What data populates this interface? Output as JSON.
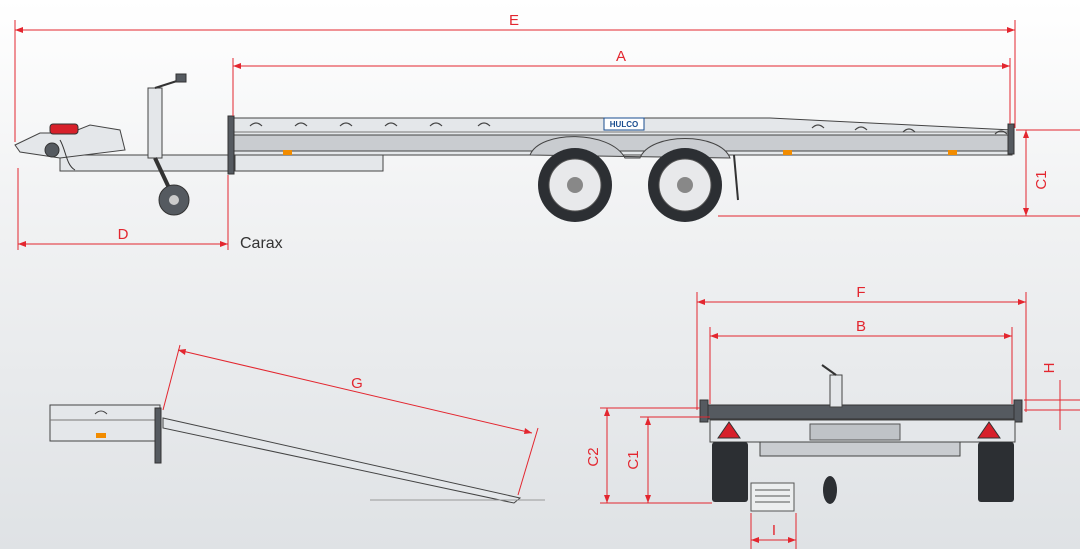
{
  "product": {
    "model": "Carax",
    "logo_text": "HULCO"
  },
  "dimensions": {
    "E": "E",
    "A": "A",
    "D": "D",
    "C1": "C1",
    "C2": "C2",
    "F": "F",
    "B": "B",
    "H": "H",
    "G": "G",
    "I": "I"
  },
  "colors": {
    "dimension": "#e3262f",
    "background": "#e4e7ea",
    "body": "#d9dcdf"
  }
}
